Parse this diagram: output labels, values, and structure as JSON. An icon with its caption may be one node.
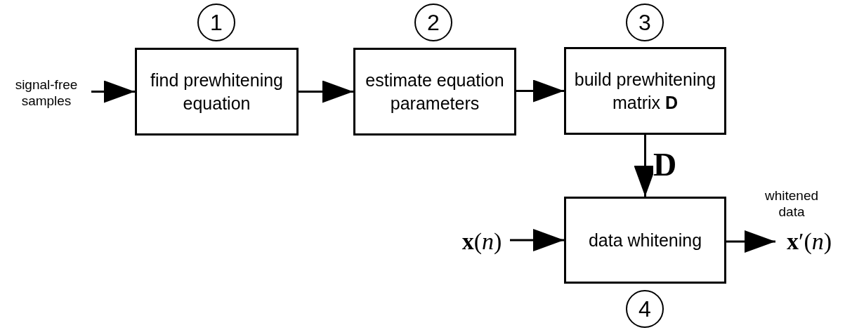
{
  "diagram": {
    "nodes": [
      {
        "text": [
          "1"
        ]
      },
      {
        "text": [
          "2"
        ]
      },
      {
        "text": [
          "3"
        ]
      },
      {
        "text": [
          "signal-free samples"
        ]
      },
      {
        "text": [
          "find prewhitening equation"
        ]
      },
      {
        "text": [
          "estimate equation parameters"
        ]
      },
      {
        "text": [
          "build prewhitening matrix **D**"
        ]
      },
      {
        "text": [
          "**x**(*n*)"
        ]
      },
      {
        "text": [
          "data whitening"
        ]
      },
      {
        "text": [
          "**x**′(*n*)"
        ],
        "beside": [
          "whitened data"
        ]
      },
      {
        "text": [
          "4"
        ]
      }
    ],
    "edges": [
      {
        "from": 3,
        "to": 4,
        "arrow": "to"
      },
      {
        "from": 4,
        "to": 5,
        "arrow": "to"
      },
      {
        "from": 5,
        "to": 6,
        "arrow": "to"
      },
      {
        "from": 6,
        "to": 8,
        "arrow": "to",
        "label": "D"
      },
      {
        "from": 7,
        "to": 8,
        "arrow": "to"
      },
      {
        "from": 8,
        "to": 9,
        "arrow": "to"
      }
    ]
  }
}
